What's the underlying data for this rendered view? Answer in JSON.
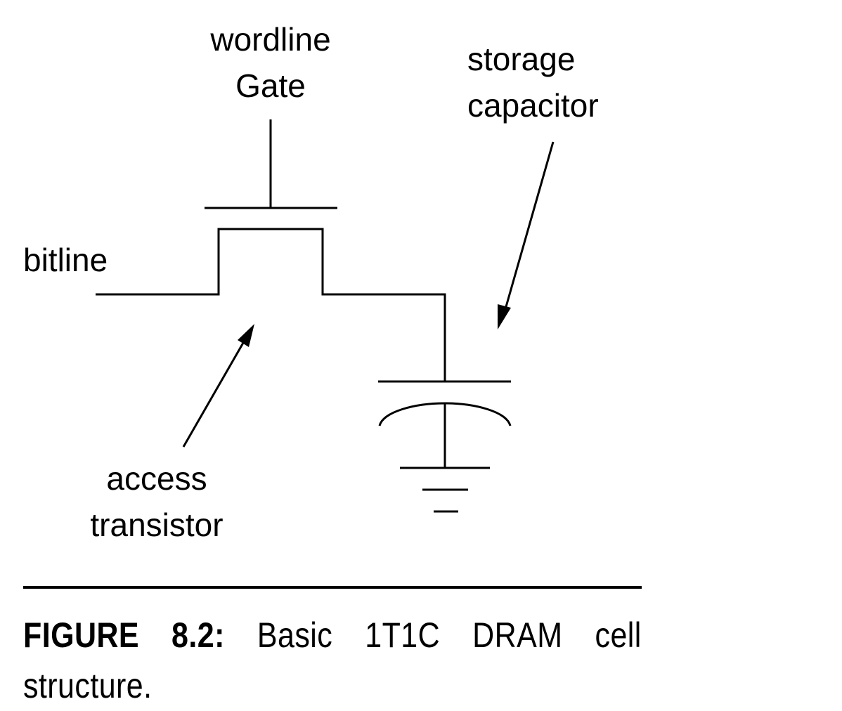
{
  "labels": {
    "wordline": "wordline",
    "gate": "Gate",
    "storage": "storage",
    "capacitor": "capacitor",
    "bitline": "bitline",
    "access": "access",
    "transistor": "transistor"
  },
  "caption": {
    "label": "FIGURE 8.2:",
    "text": "Basic 1T1C DRAM cell structure."
  }
}
